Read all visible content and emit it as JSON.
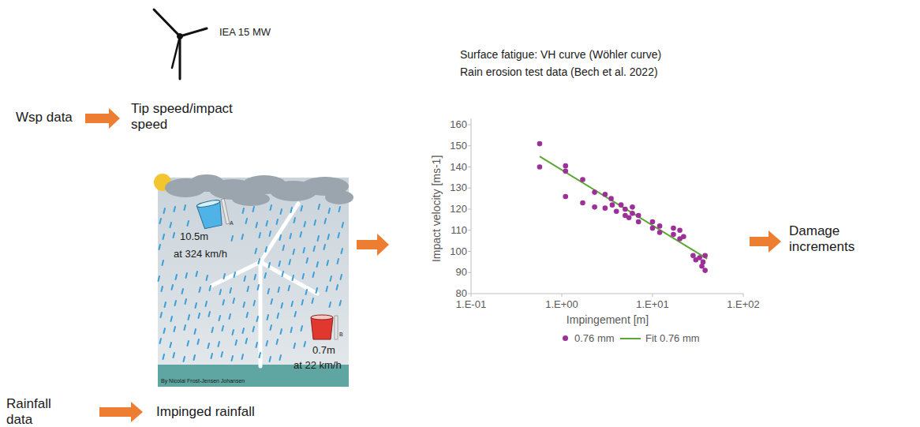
{
  "diagram": {
    "labels": [
      "IEA 15 MW",
      "Wsp data",
      "Tip speed/impact speed",
      "Surface fatigue: VH curve (Wöhler curve)",
      "Rain erosion test data (Bech et al. 2022)",
      "160",
      "150",
      "140",
      "130",
      "120",
      "110",
      "100",
      "90",
      "80",
      "Impact velocity [ms-1]",
      "1.E-01",
      "1.E+00",
      "1.E+01",
      "1.E+02",
      "Impingement [m]",
      "Damage increments",
      "10.5m",
      "at 324 km/h",
      "0.7m",
      "at 22 km/h",
      "By Nicolai Frost-Jensen Johansen",
      "A",
      "B",
      "Rainfall data",
      "Impinged rainfall"
    ],
    "legend": [
      {
        "text": "0.76 mm",
        "color": "#9c2f98"
      },
      {
        "text": "Fit 0.76 mm"
      }
    ]
  }
}
